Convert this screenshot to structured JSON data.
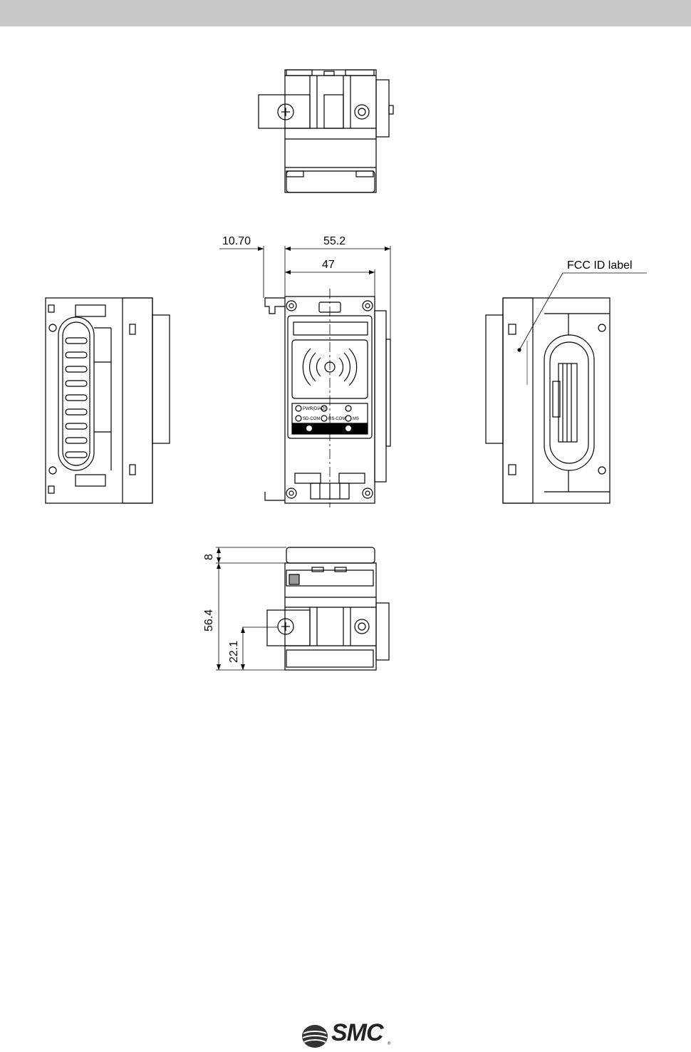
{
  "header": {
    "bar_color": "#c8c8c8"
  },
  "dimensions": {
    "top_offset": "10.70",
    "overall_width": "55.2",
    "body_width": "47",
    "height_top": "8",
    "height_total": "56.4",
    "height_lower": "22.1"
  },
  "labels": {
    "fcc_id": "FCC ID label",
    "led_power": "PWR(DIAG)",
    "led_sd_com": "SD-COM",
    "led_rs_com": "RS-COM",
    "led_ms": "MS"
  },
  "logo": {
    "text": "SMC",
    "reg": "®"
  }
}
